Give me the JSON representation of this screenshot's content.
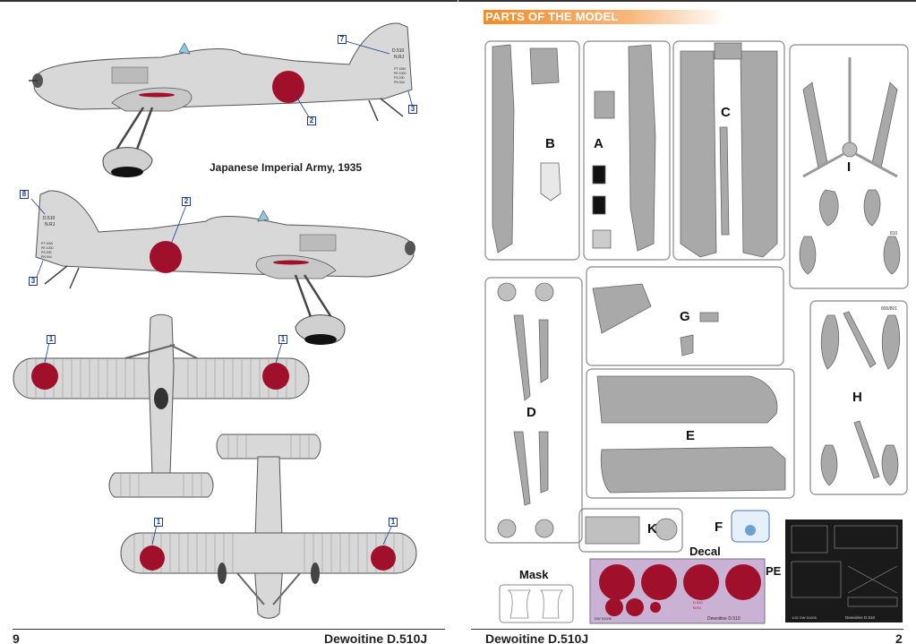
{
  "left_page": {
    "caption": "Japanese Imperial Army,  1935",
    "page_number": "9",
    "footer_title": "Dewoitine D.510J",
    "callouts": {
      "side1": [
        "7",
        "2",
        "3"
      ],
      "side2": [
        "8",
        "2",
        "3"
      ],
      "top": [
        "1",
        "1"
      ],
      "bottom": [
        "1",
        "1"
      ]
    },
    "markings": {
      "fin_code": "D.510",
      "fin_reg": "N.RJ",
      "stencil_1": "PT 1000",
      "stencil_2": "PE 1000",
      "stencil_3": "PS 200",
      "stencil_4": "PN 544"
    }
  },
  "right_page": {
    "section_header": "PARTS OF THE MODEL",
    "page_number": "2",
    "footer_title": "Dewoitine D.510J",
    "sprues": [
      "B",
      "A",
      "C",
      "I",
      "D",
      "G",
      "H",
      "E",
      "K",
      "F"
    ],
    "sprue_marks": {
      "i_num": "810",
      "h_num": "800/801"
    },
    "labels": {
      "decal": "Decal",
      "mask": "Mask",
      "pe": "PE"
    },
    "decal_sheet": {
      "code": "DW 51005",
      "title": "Dewoitine D.510",
      "code_text": "D.510",
      "reg_text": "N.RJ"
    },
    "pe_sheet": {
      "code": "1/32  DW 51005",
      "title": "Dewoitine D.510"
    }
  },
  "colors": {
    "hinomaru": "#a0102a",
    "aircraft_grey": "#d6d6d6",
    "sprue_grey": "#a9a9a9",
    "header_orange": "#f08c28",
    "callout_blue": "#1a3c8c",
    "decal_bg": "#c9b2d4",
    "pe_bg": "#1a1a1a"
  }
}
